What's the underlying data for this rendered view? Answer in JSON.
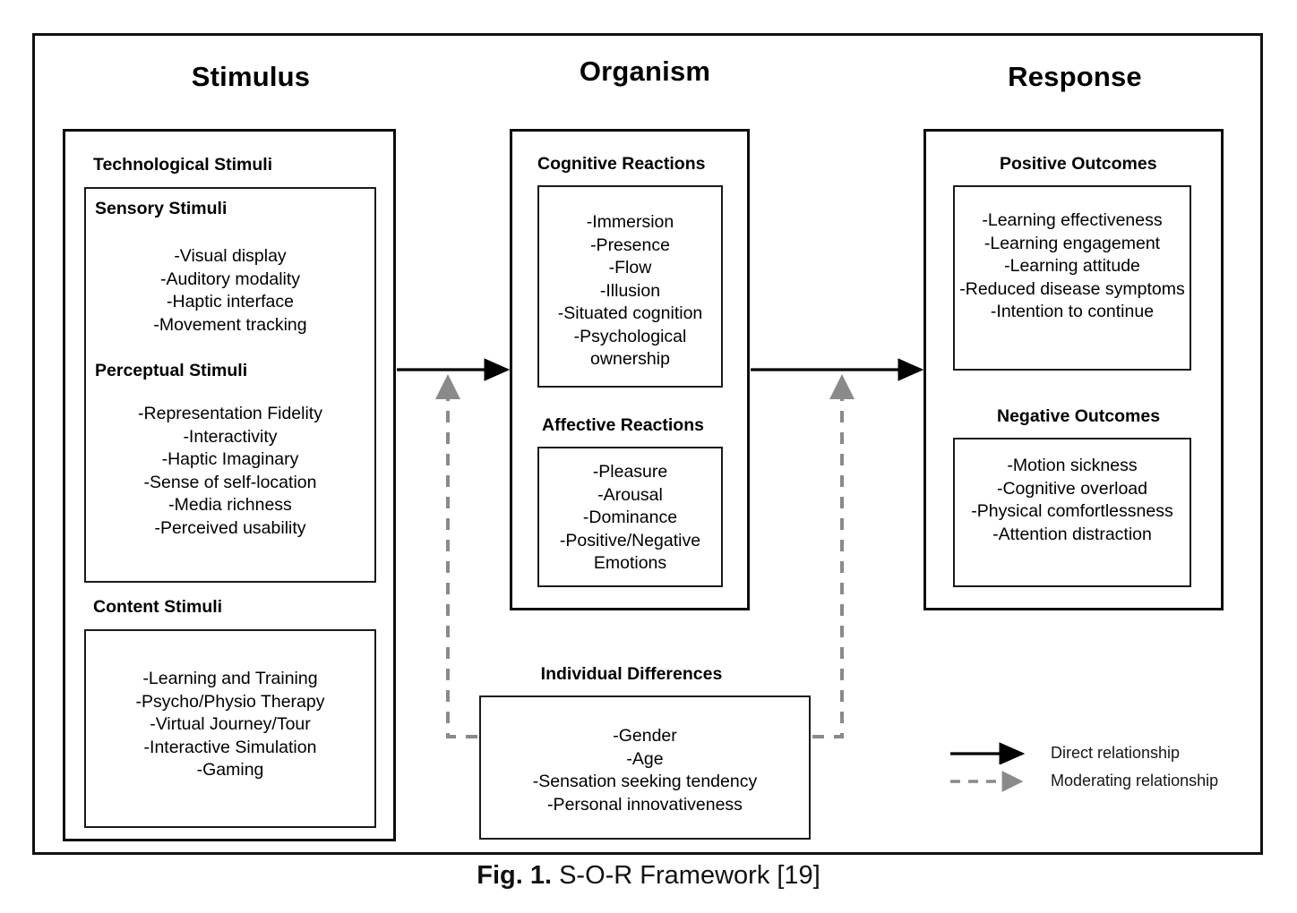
{
  "figure": {
    "caption_bold": "Fig. 1.",
    "caption_rest": " S-O-R Framework [19]"
  },
  "columns": {
    "stimulus": {
      "heading": "Stimulus",
      "groups": [
        {
          "title": "Technological Stimuli",
          "subgroups": [
            {
              "title": "Sensory Stimuli",
              "items": [
                "-Visual display",
                "-Auditory modality",
                "-Haptic interface",
                "-Movement tracking"
              ]
            },
            {
              "title": "Perceptual Stimuli",
              "items": [
                "-Representation Fidelity",
                "-Interactivity",
                "-Haptic Imaginary",
                "-Sense of self-location",
                "-Media richness",
                "-Perceived usability"
              ]
            }
          ]
        },
        {
          "title": "Content Stimuli",
          "items": [
            "-Learning and Training",
            "-Psycho/Physio Therapy",
            "-Virtual Journey/Tour",
            "-Interactive Simulation",
            "-Gaming"
          ]
        }
      ]
    },
    "organism": {
      "heading": "Organism",
      "groups": [
        {
          "title": "Cognitive Reactions",
          "items": [
            "-Immersion",
            "-Presence",
            "-Flow",
            "-Illusion",
            "-Situated cognition",
            "-Psychological ownership"
          ]
        },
        {
          "title": "Affective Reactions",
          "items": [
            "-Pleasure",
            "-Arousal",
            "-Dominance",
            "-Positive/Negative Emotions"
          ]
        }
      ],
      "moderator": {
        "title": "Individual Differences",
        "items": [
          "-Gender",
          "-Age",
          "-Sensation seeking tendency",
          "-Personal innovativeness"
        ]
      }
    },
    "response": {
      "heading": "Response",
      "groups": [
        {
          "title": "Positive Outcomes",
          "items": [
            "-Learning effectiveness",
            "-Learning engagement",
            "-Learning attitude",
            "-Reduced disease symptoms",
            "-Intention to continue"
          ]
        },
        {
          "title": "Negative Outcomes",
          "items": [
            "-Motion sickness",
            "-Cognitive overload",
            "-Physical comfortlessness",
            "-Attention distraction"
          ]
        }
      ]
    }
  },
  "legend": {
    "items": [
      {
        "label": "Direct relationship",
        "glyph": "solid-arrow-icon",
        "color": "#000000"
      },
      {
        "label": "Moderating relationship",
        "glyph": "dashed-arrow-icon",
        "color": "#8a8a8a"
      }
    ]
  },
  "colors": {
    "frame": "#111111",
    "box": "#0d0d0d",
    "direct_arrow": "#000000",
    "moderating_arrow": "#8a8a8a",
    "background": "#ffffff"
  }
}
